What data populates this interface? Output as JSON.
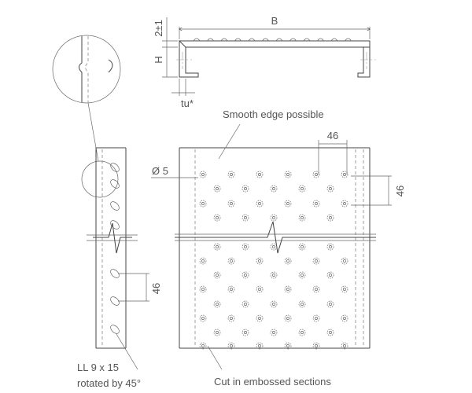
{
  "profile": {
    "dim_width": "B",
    "dim_height": "H",
    "dim_flange": "2±1",
    "dim_thickness": "tu*"
  },
  "front_view": {
    "smooth_edge_note": "Smooth edge possible",
    "hole_diameter": "Ø 5",
    "pitch_horizontal": "46",
    "pitch_vertical": "46",
    "cut_note": "Cut in embossed sections"
  },
  "side_view": {
    "pitch_vertical": "46",
    "slot_note_line1": "LL 9 x 15",
    "slot_note_line2": "rotated by 45°"
  },
  "colors": {
    "line": "#444444",
    "text": "#555555",
    "background": "#ffffff"
  }
}
